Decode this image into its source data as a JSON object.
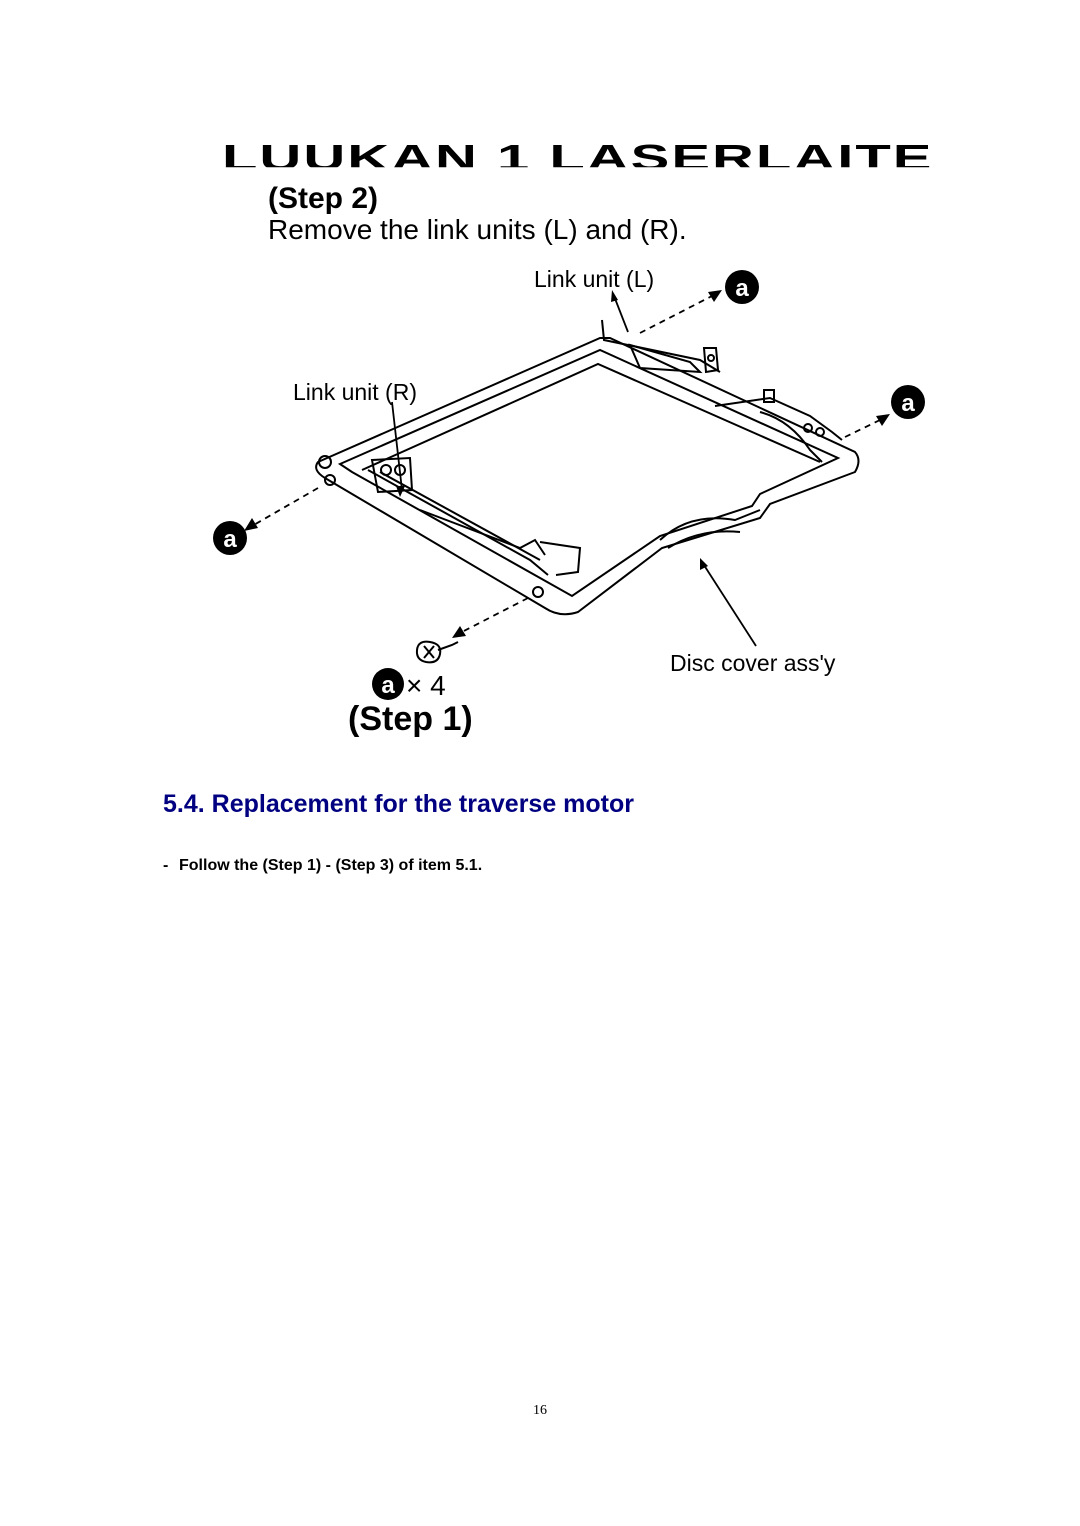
{
  "figure": {
    "watermark_text": "LUUKAN 1 LASERLAITE",
    "step2_title": "(Step 2)",
    "step2_instruction": "Remove the link units (L) and (R).",
    "label_link_unit_l": "Link unit (L)",
    "label_link_unit_r": "Link unit (R)",
    "label_disc_cover": "Disc cover ass'y",
    "screw_marker": "a",
    "screw_count": "× 4",
    "step1_title": "(Step 1)"
  },
  "section": {
    "heading": "5.4. Replacement for the traverse motor",
    "bullet_dash": "-",
    "bullet_text": "Follow the (Step 1) - (Step 3) of item 5.1."
  },
  "footer": {
    "page_number": "16"
  },
  "colors": {
    "heading": "#000080",
    "text": "#000000"
  }
}
